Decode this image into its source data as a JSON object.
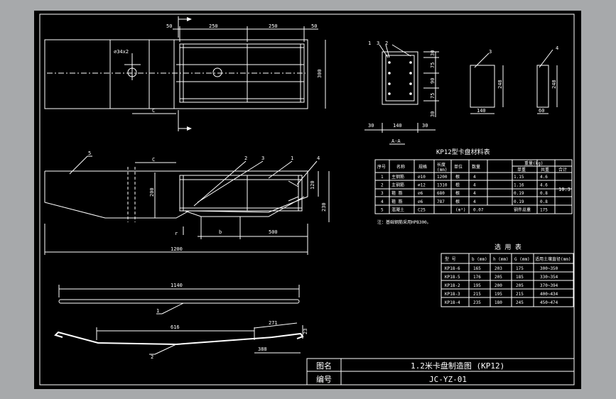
{
  "title_block": {
    "name_label": "图名",
    "number_label": "编号",
    "drawing_title": "1.2米卡盘制造图 (KP12)",
    "drawing_number": "JC-YZ-01"
  },
  "plan_view": {
    "dim_top": [
      "50",
      "250",
      "250",
      "50"
    ],
    "dim_right": "300",
    "dim_c": "C",
    "hole_label": "∅34x2"
  },
  "elevation_view": {
    "callouts": [
      "5",
      "2",
      "3",
      "1",
      "4"
    ],
    "dim_c": "C",
    "dim_200": "200",
    "dim_120": "120",
    "dim_230": "230",
    "dim_b": "b",
    "dim_r": "r",
    "dim_500": "500",
    "dim_total": "1200"
  },
  "bars": {
    "bar1_length": "1140",
    "bar1_label": "1",
    "bar2_center": "616",
    "bar2_end": "271",
    "bar2_bottom": "388",
    "bar2_right": "23",
    "bar2_label": "2"
  },
  "section": {
    "callouts": [
      "1",
      "3",
      "2"
    ],
    "dims_right": [
      "30",
      "75",
      "90",
      "75",
      "30"
    ],
    "dims_bottom": [
      "30",
      "140",
      "30"
    ],
    "label": "A-A",
    "part3_label": "3",
    "part3_height": "248",
    "part3_width": "140",
    "part4_label": "4",
    "part4_height": "248",
    "part4_width": "60"
  },
  "material_table": {
    "title": "KP12型卡盘材料表",
    "head": [
      "序号",
      "名称",
      "规格",
      "长度",
      "单位",
      "数量",
      "重量(kg)"
    ],
    "head_len2": "(mm)",
    "weight_sub": [
      "单重",
      "共重",
      "合计"
    ],
    "rows": [
      [
        "1",
        "主钢筋",
        "∅10",
        "1200",
        "根",
        "4",
        "1.15",
        "4.6"
      ],
      [
        "2",
        "主钢筋",
        "∅12",
        "1310",
        "根",
        "4",
        "1.16",
        "4.6"
      ],
      [
        "3",
        "箍  筋",
        "∅6",
        "680",
        "根",
        "4",
        "0.19",
        "0.8"
      ],
      [
        "4",
        "箍  筋",
        "∅6",
        "787",
        "根",
        "4",
        "0.19",
        "0.8"
      ],
      [
        "5",
        "混凝土",
        "C25",
        "",
        "(m³)",
        "0.07",
        "钢件总重",
        "175"
      ]
    ],
    "total": "10.3",
    "note": "注：基础钢筋采用HPB300。"
  },
  "usage_table": {
    "title": "选 用 表",
    "head": [
      "型  号",
      "b (mm)",
      "h (mm)",
      "G (mm)",
      "适用土壤直径(mm)"
    ],
    "rows": [
      [
        "KP18-6",
        "165",
        "203",
        "175",
        "300~350"
      ],
      [
        "KP18-5",
        "176",
        "205",
        "185",
        "330~354"
      ],
      [
        "KP18-2",
        "195",
        "200",
        "205",
        "370~394"
      ],
      [
        "KP18-3",
        "215",
        "195",
        "215",
        "400~434"
      ],
      [
        "KP18-4",
        "235",
        "180",
        "245",
        "450~474"
      ]
    ]
  }
}
